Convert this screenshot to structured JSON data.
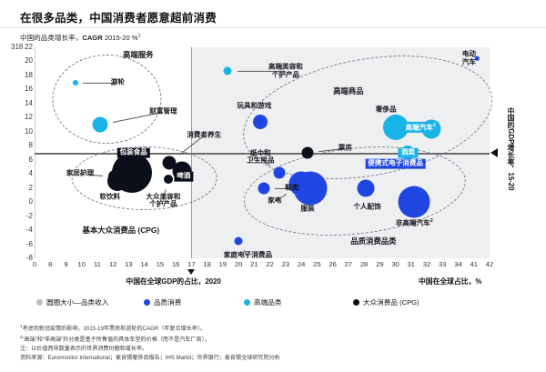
{
  "header": {
    "title": "在很多品类，中国消费者愿意超前消费"
  },
  "axes": {
    "y_title_prefix": "中国的品类增长率，",
    "y_title_bold": "CAGR",
    "y_title_suffix": " 2015-20 %",
    "y_title_sup": "1",
    "y_break_label": "318",
    "y_ticks": [
      22,
      20,
      18,
      16,
      14,
      12,
      10,
      8,
      6,
      4,
      2,
      0,
      -2,
      -4,
      -6,
      -8
    ],
    "x_ticks": [
      0,
      8,
      9,
      10,
      11,
      12,
      13,
      14,
      15,
      16,
      17,
      18,
      19,
      20,
      21,
      22,
      23,
      24,
      25,
      26,
      27,
      28,
      29,
      30,
      31,
      32,
      33,
      34,
      41,
      42
    ],
    "x_label_left": "中国在全球GDP的占比，2020",
    "x_label_right": "中国在全球占比，%",
    "right_axis_label": "中国的GDP增长率，15-20"
  },
  "groups": [
    {
      "name": "高端服务"
    },
    {
      "name": "高端商品"
    },
    {
      "name": "基本大众消费品 (CPG)"
    },
    {
      "name": "品质消费品类"
    }
  ],
  "chart_data": {
    "type": "scatter",
    "title": "在很多品类，中国消费者愿意超前消费",
    "subtitle": "中国的品类增长率，CAGR 2015-20 %",
    "xlabel": "中国在全球GDP的占比，2020",
    "ylabel": "中国的品类增长率，CAGR 2015-20 %",
    "xlim": [
      8,
      42
    ],
    "ylim": [
      -8,
      22
    ],
    "grid": false,
    "legend_position": "bottom",
    "size_note": "圆圈大小—品类收入",
    "reference_lines": {
      "horizontal_y": 7,
      "vertical_x": 17
    },
    "legend": [
      {
        "label": "圆圈大小—品类收入",
        "color": "#b9bcc2",
        "name": "size-legend"
      },
      {
        "label": "品质消费",
        "color": "#1f46e0",
        "name": "quality-consumption"
      },
      {
        "label": "高端品类",
        "color": "#19b3e8",
        "name": "premium-category"
      },
      {
        "label": "大众消费品 (CPG)",
        "color": "#0b0f1a",
        "name": "mass-cpg"
      }
    ],
    "points": [
      {
        "label": "游轮",
        "x": 9.6,
        "y": 17.0,
        "r": 3.0,
        "color": "#19b3e8",
        "cat": "高端品类",
        "lx": 12.3,
        "ly": 17.0
      },
      {
        "label": "财富管理",
        "x": 11.2,
        "y": 11.0,
        "r": 8.5,
        "color": "#19b3e8",
        "cat": "高端品类",
        "lx": 15.2,
        "ly": 12.8
      },
      {
        "label": "包装食品",
        "x": 13.2,
        "y": 4.2,
        "r": 22.0,
        "color": "#0b0f1a",
        "cat": "大众消费品 (CPG)",
        "lx": 13.3,
        "ly": 7.0,
        "inv": true
      },
      {
        "label": "家居护理",
        "x": 12.1,
        "y": 3.6,
        "r": 7.0,
        "color": "#0b0f1a",
        "cat": "大众消费品 (CPG)",
        "lx": 9.9,
        "ly": 4.0
      },
      {
        "label": "软饮料",
        "x": 12.3,
        "y": 3.0,
        "r": 11.0,
        "color": "#0b0f1a",
        "cat": "大众消费品 (CPG)",
        "lx": 11.8,
        "ly": 0.6
      },
      {
        "label": "消费者养生",
        "x": 15.6,
        "y": 5.6,
        "r": 7.5,
        "color": "#0b0f1a",
        "cat": "大众消费品 (CPG)",
        "lx": 17.8,
        "ly": 9.4
      },
      {
        "label": "啤酒",
        "x": 16.4,
        "y": 4.4,
        "r": 10.5,
        "color": "#0b0f1a",
        "cat": "大众消费品 (CPG)",
        "lx": 16.5,
        "ly": 3.6,
        "inv": true
      },
      {
        "label": "大众美容和\n个护产品",
        "x": 15.5,
        "y": 3.2,
        "r": 5.0,
        "color": "#0b0f1a",
        "cat": "大众消费品 (CPG)",
        "lx": 15.2,
        "ly": 0.2
      },
      {
        "label": "家庭电子消费品",
        "x": 20.0,
        "y": -5.6,
        "r": 4.5,
        "color": "#1f46e0",
        "cat": "品质消费",
        "lx": 20.6,
        "ly": -7.6
      },
      {
        "label": "高端美容和\n个护产品",
        "x": 19.3,
        "y": 18.6,
        "r": 4.5,
        "color": "#19b3e8",
        "cat": "高端品类",
        "lx": 23.0,
        "ly": 18.6
      },
      {
        "label": "玩具和游戏",
        "x": 21.4,
        "y": 11.4,
        "r": 8.0,
        "color": "#1f46e0",
        "cat": "品质消费",
        "lx": 21.0,
        "ly": 13.6
      },
      {
        "label": "纸巾和\n卫生用品",
        "x": 22.6,
        "y": 4.2,
        "r": 6.5,
        "color": "#1f46e0",
        "cat": "品质消费",
        "lx": 21.4,
        "ly": 6.4
      },
      {
        "label": "鞋类",
        "x": 21.6,
        "y": 2.0,
        "r": 6.5,
        "color": "#1f46e0",
        "cat": "品质消费",
        "lx": 23.4,
        "ly": 2.0
      },
      {
        "label": "家电",
        "x": 24.0,
        "y": 2.6,
        "r": 13.5,
        "color": "#1f46e0",
        "cat": "品质消费",
        "lx": 22.3,
        "ly": 0.2
      },
      {
        "label": "服装",
        "x": 24.6,
        "y": 2.0,
        "r": 18.5,
        "color": "#1f46e0",
        "cat": "品质消费",
        "lx": 24.4,
        "ly": -1.0
      },
      {
        "label": "票房",
        "x": 24.4,
        "y": 7.0,
        "r": 6.5,
        "color": "#0b0f1a",
        "cat": "大众消费品 (CPG)",
        "lx": 26.8,
        "ly": 7.6
      },
      {
        "label": "奢侈品",
        "x": 30.0,
        "y": 10.6,
        "r": 14.0,
        "color": "#19b3e8",
        "cat": "高端品类",
        "lx": 29.4,
        "ly": 13.1
      },
      {
        "label": "高端汽车",
        "x": 32.3,
        "y": 10.4,
        "r": 10.5,
        "color": "#19b3e8",
        "cat": "高端品类",
        "lx": 31.6,
        "ly": 10.6,
        "inv": true,
        "sup": "2"
      },
      {
        "label": "个人配饰",
        "x": 28.1,
        "y": 2.0,
        "r": 9.5,
        "color": "#1f46e0",
        "cat": "品质消费",
        "lx": 28.2,
        "ly": -0.8
      },
      {
        "label": "便携式电子消费品",
        "x": 29.8,
        "y": 5.2,
        "r": 0.0,
        "color": "#1f46e0",
        "cat": "品质消费",
        "lx": 30.0,
        "ly": 5.4,
        "inv": true
      },
      {
        "label": "酒类",
        "x": 30.8,
        "y": 7.0,
        "r": 8.0,
        "color": "#19b3e8",
        "cat": "高端品类",
        "lx": 30.8,
        "ly": 7.0,
        "inv": true
      },
      {
        "label": "非高端汽车",
        "x": 31.2,
        "y": 0.0,
        "r": 17.5,
        "color": "#1f46e0",
        "cat": "品质消费",
        "lx": 31.2,
        "ly": -3.0,
        "sup": "2"
      },
      {
        "label": "电动汽车",
        "x": 41.2,
        "y": 20.4,
        "r": 2.2,
        "color": "#1f46e0",
        "cat": "品质消费",
        "lx": 38.8,
        "ly": 20.4
      }
    ]
  },
  "notes": [
    {
      "sup": "1",
      "text": "考虑到新冠疫情的影响，2015-19年票房和游轮的CAGR（年复合增长率）。"
    },
    {
      "sup": "2",
      "text": "“高端”和“非高端”的分类是基于所售值的具体车型的价格（而不是汽车厂商）。"
    },
    {
      "sup": "",
      "text": "注：以价值而非数量表示的世界消费份额和增长率。"
    },
    {
      "sup": "",
      "text": "资料来源：Euromonitor International；麦肯锡奢侈品报告；IHS Markit；世界银行；麦肯锡全球研究院分析"
    }
  ]
}
